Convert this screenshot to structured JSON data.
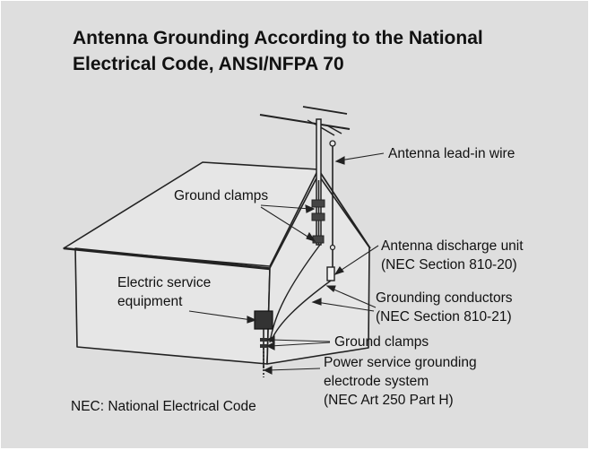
{
  "title": {
    "line1": "Antenna Grounding According to the National",
    "line2": "Electrical Code, ANSI/NFPA 70"
  },
  "labels": {
    "antenna_lead_in": "Antenna lead-in wire",
    "ground_clamps_top": "Ground clamps",
    "discharge_unit": "Antenna discharge unit",
    "discharge_section": "(NEC Section 810-20)",
    "electric_service_1": "Electric service",
    "electric_service_2": "equipment",
    "grounding_conductors": "Grounding conductors",
    "grounding_section": "(NEC Section 810-21)",
    "ground_clamps_bottom": "Ground clamps",
    "power_service_1": "Power service grounding",
    "power_service_2": "electrode system",
    "power_service_3": "(NEC Art 250 Part H)",
    "footnote": "NEC: National Electrical Code"
  },
  "colors": {
    "background": "#dedede",
    "house_fill": "#e6e6e6",
    "line": "#222222"
  }
}
